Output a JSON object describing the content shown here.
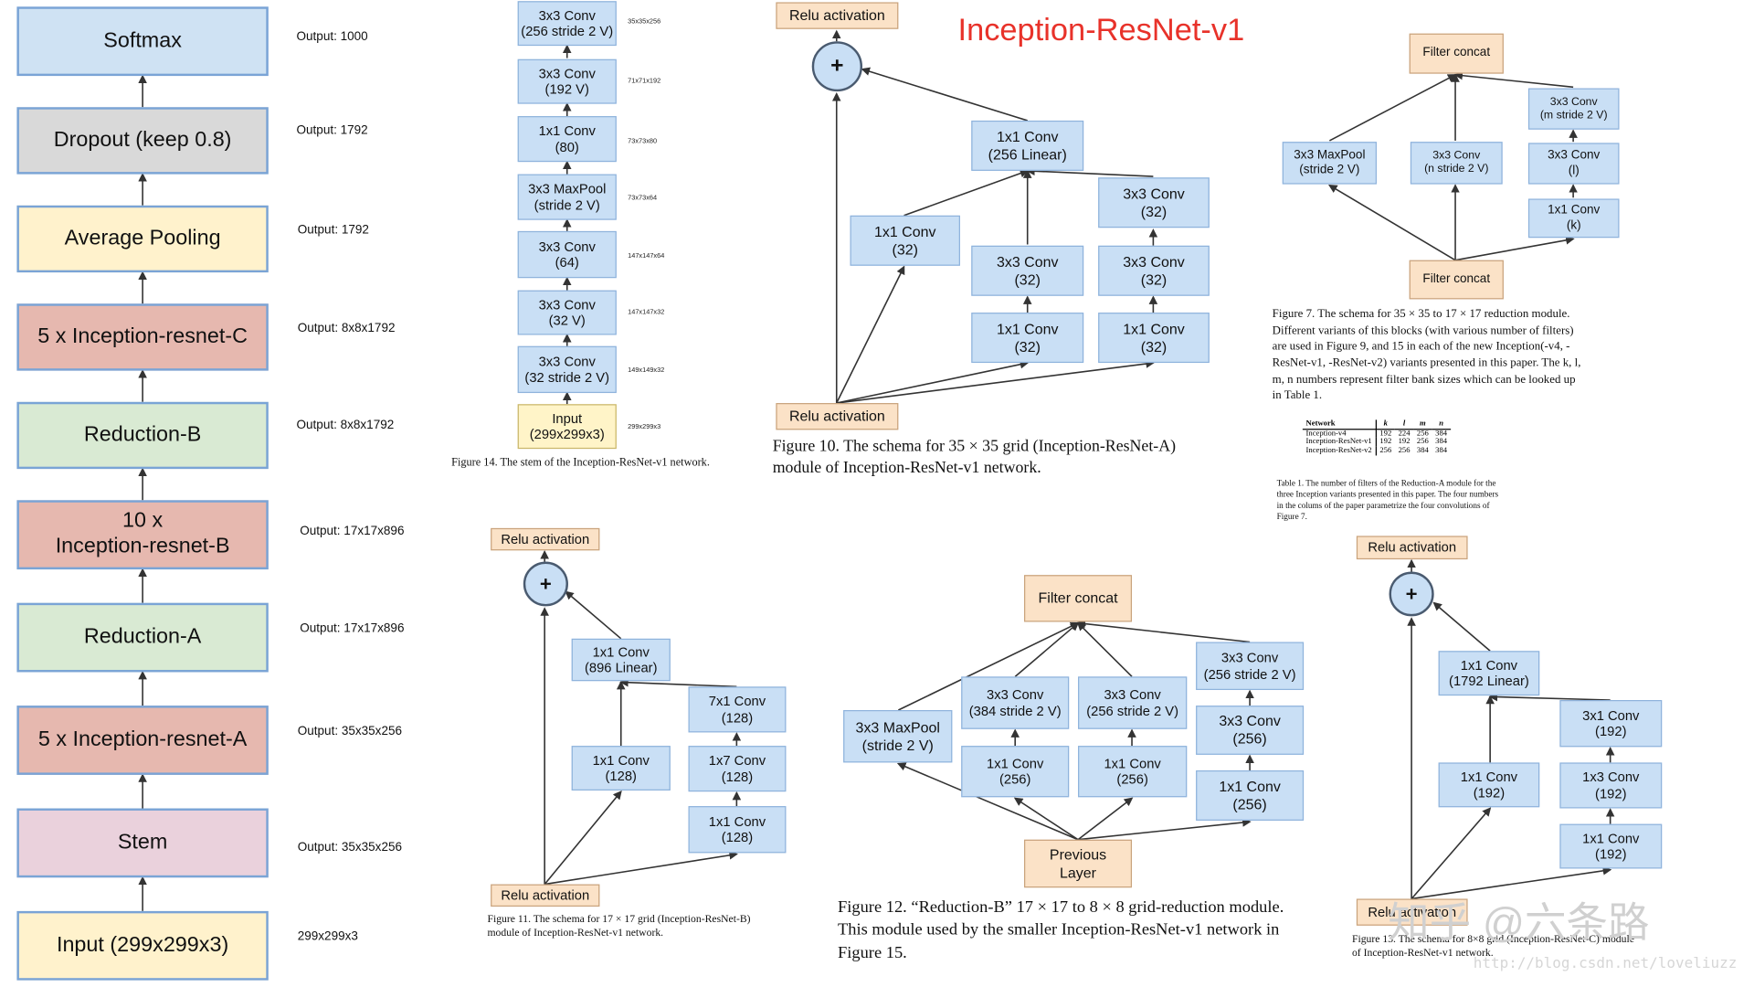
{
  "pipeline": {
    "blocks": [
      "Softmax",
      "Dropout (keep 0.8)",
      "Average Pooling",
      "5 x Inception-resnet-C",
      "Reduction-B",
      "10 x\nInception-resnet-B",
      "Reduction-A",
      "5 x Inception-resnet-A",
      "Stem",
      "Input (299x299x3)"
    ],
    "outputs": [
      "Output: 1000",
      "Output: 1792",
      "Output: 1792",
      "Output: 8x8x1792",
      "Output: 8x8x1792",
      "Output: 17x17x896",
      "Output: 17x17x896",
      "Output: 35x35x256",
      "Output: 35x35x256",
      "299x299x3"
    ]
  },
  "stem": {
    "boxes": [
      "3x3 Conv\n(256 stride 2 V)",
      "3x3 Conv\n(192 V)",
      "1x1 Conv\n(80)",
      "3x3 MaxPool\n(stride 2 V)",
      "3x3 Conv\n(64)",
      "3x3 Conv\n(32 V)",
      "3x3 Conv\n(32 stride 2 V)",
      "Input\n(299x299x3)"
    ],
    "sizes": [
      "35x35x256",
      "71x71x192",
      "73x73x80",
      "73x73x64",
      "147x147x64",
      "147x147x32",
      "149x149x32",
      "299x299x3"
    ],
    "caption": "Figure 14. The stem of the Inception-ResNet-v1 network."
  },
  "title": "Inception-ResNet-v1",
  "fig10": {
    "relu_top": "Relu activation",
    "relu_bottom": "Relu activation",
    "plus": "+",
    "linear": "1x1 Conv\n(256 Linear)",
    "b1": "1x1 Conv\n(32)",
    "b2a": "3x3 Conv\n(32)",
    "b2b": "1x1 Conv\n(32)",
    "b3a": "3x3 Conv\n(32)",
    "b3b": "3x3 Conv\n(32)",
    "b3c": "1x1 Conv\n(32)",
    "caption": "Figure 10. The schema for 35 × 35 grid (Inception-ResNet-A)\nmodule of Inception-ResNet-v1 network."
  },
  "fig7": {
    "concat_top": "Filter concat",
    "concat_bottom": "Filter concat",
    "maxpool": "3x3 MaxPool\n(stride 2 V)",
    "mid": "3x3 Conv\n(n stride 2 V)",
    "r1": "3x3 Conv\n(m stride 2 V)",
    "r2": "3x3 Conv\n(l)",
    "r3": "1x1 Conv\n(k)",
    "caption": "Figure 7. The schema for 35 × 35 to 17 × 17 reduction module.\nDifferent variants of this blocks (with various number of filters)\nare used in Figure 9, and 15 in each of the new Inception(-v4, -\nResNet-v1, -ResNet-v2) variants presented in this paper. The k, l,\nm, n numbers represent filter bank sizes which can be looked up\nin Table 1."
  },
  "table1": {
    "headers": [
      "Network",
      "k",
      "l",
      "m",
      "n"
    ],
    "rows": [
      [
        "Inception-v4",
        "192",
        "224",
        "256",
        "384"
      ],
      [
        "Inception-ResNet-v1",
        "192",
        "192",
        "256",
        "384"
      ],
      [
        "Inception-ResNet-v2",
        "256",
        "256",
        "384",
        "384"
      ]
    ],
    "caption": "Table 1. The number of filters of the Reduction-A module for the\nthree Inception variants presented in this paper. The four numbers\nin the colums of the paper parametrize the four convolutions of\nFigure 7."
  },
  "fig11": {
    "relu_top": "Relu activation",
    "relu_bottom": "Relu activation",
    "plus": "+",
    "linear": "1x1 Conv\n(896 Linear)",
    "b1": "1x1 Conv\n(128)",
    "r1": "7x1 Conv\n(128)",
    "r2": "1x7 Conv\n(128)",
    "r3": "1x1 Conv\n(128)",
    "caption": "Figure 11. The schema for 17 × 17 grid (Inception-ResNet-B)\nmodule of Inception-ResNet-v1 network."
  },
  "fig12": {
    "concat": "Filter concat",
    "prev": "Previous\nLayer",
    "maxpool": "3x3 MaxPool\n(stride 2 V)",
    "c1a": "3x3 Conv\n(384 stride 2 V)",
    "c1b": "1x1 Conv\n(256)",
    "c2a": "3x3 Conv\n(256 stride 2 V)",
    "c2b": "1x1 Conv\n(256)",
    "c3a": "3x3 Conv\n(256 stride 2 V)",
    "c3b": "3x3 Conv\n(256)",
    "c3c": "1x1 Conv\n(256)",
    "caption": "Figure 12. “Reduction-B” 17 × 17 to 8 × 8 grid-reduction module.\nThis module used by the smaller Inception-ResNet-v1 network in\nFigure 15."
  },
  "fig13": {
    "relu_top": "Relu activation",
    "relu_bottom": "Relu activation",
    "plus": "+",
    "linear": "1x1 Conv\n(1792 Linear)",
    "b1": "1x1 Conv\n(192)",
    "r1": "3x1 Conv\n(192)",
    "r2": "1x3 Conv\n(192)",
    "r3": "1x1 Conv\n(192)",
    "caption": "Figure 13. The schema for 8×8 grid (Inception-ResNet-C) module\nof Inception-ResNet-v1 network."
  },
  "watermark": {
    "main": "知乎 @六条路",
    "url": "http://blog.csdn.net/loveliuzz"
  }
}
